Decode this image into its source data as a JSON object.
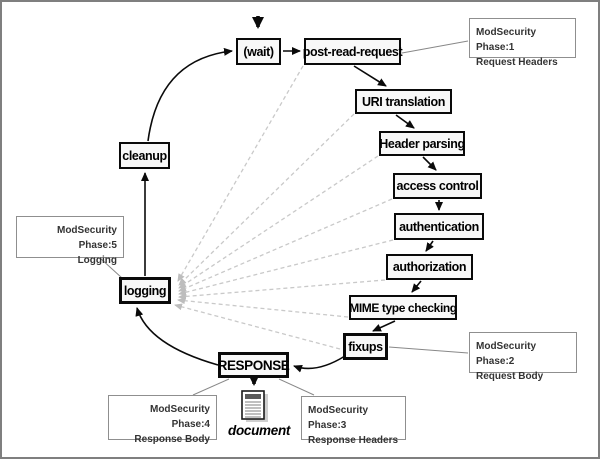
{
  "diagram": {
    "nodes": {
      "wait": "(wait)",
      "post_read_request": "post-read-request",
      "uri_translation": "URI translation",
      "header_parsing": "Header parsing",
      "access_control": "access control",
      "authentication": "authentication",
      "authorization": "authorization",
      "mime_type_checking": "MIME type checking",
      "fixups": "fixups",
      "response": "RESPONSE",
      "logging": "logging",
      "cleanup": "cleanup"
    },
    "annotations": {
      "phase1": {
        "line1": "ModSecurity Phase:1",
        "line2": "Request Headers"
      },
      "phase2": {
        "line1": "ModSecurity Phase:2",
        "line2": "Request Body"
      },
      "phase3": {
        "line1": "ModSecurity Phase:3",
        "line2": "Response Headers"
      },
      "phase4": {
        "line1": "ModSecurity Phase:4",
        "line2": "Response Body"
      },
      "phase5": {
        "line1": "ModSecurity Phase:5",
        "line2": "Logging"
      }
    },
    "document_label": "document",
    "colors": {
      "node_border": "#0a0a0a",
      "node_fill": "#f8f8f8",
      "annotation_border": "#8f8f8f",
      "annotation_text": "#333333",
      "dashed_line": "#c9c9c9",
      "connector_line": "#888888",
      "frame_border": "#7f7f7f"
    }
  }
}
